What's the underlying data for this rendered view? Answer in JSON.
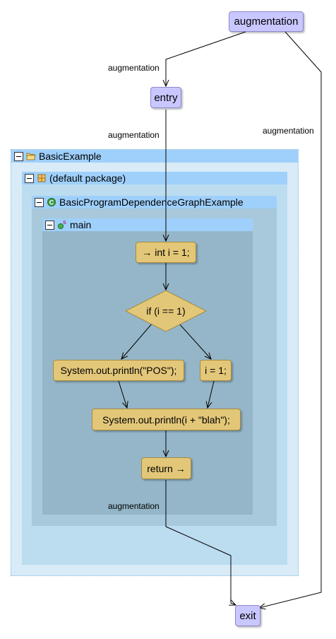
{
  "nodes": {
    "augmentation": "augmentation",
    "entry": "entry",
    "exit": "exit",
    "s1": "→ int i = 1;",
    "cond": "if (i == 1)",
    "s_pos": "System.out.println(\"POS\");",
    "s_assign": "i = 1;",
    "s_blah": "System.out.println(i + \"blah\");",
    "s_return": "return →"
  },
  "edge_labels": {
    "aug_to_entry": "augmentation",
    "entry_to_code": "augmentation",
    "aug_to_exit": "augmentation",
    "return_to_exit": "augmentation"
  },
  "groups": {
    "project": "BasicExample",
    "package": "(default package)",
    "class": "BasicProgramDependenceGraphExample",
    "method": "main"
  },
  "colors": {
    "augmentation_node": "#c9c7ff",
    "statement_node": "#e3c779",
    "group_header": "#9fd0fb"
  },
  "icons": {
    "project": "folder-icon",
    "package": "package-icon",
    "class": "class-icon",
    "method": "method-icon"
  }
}
